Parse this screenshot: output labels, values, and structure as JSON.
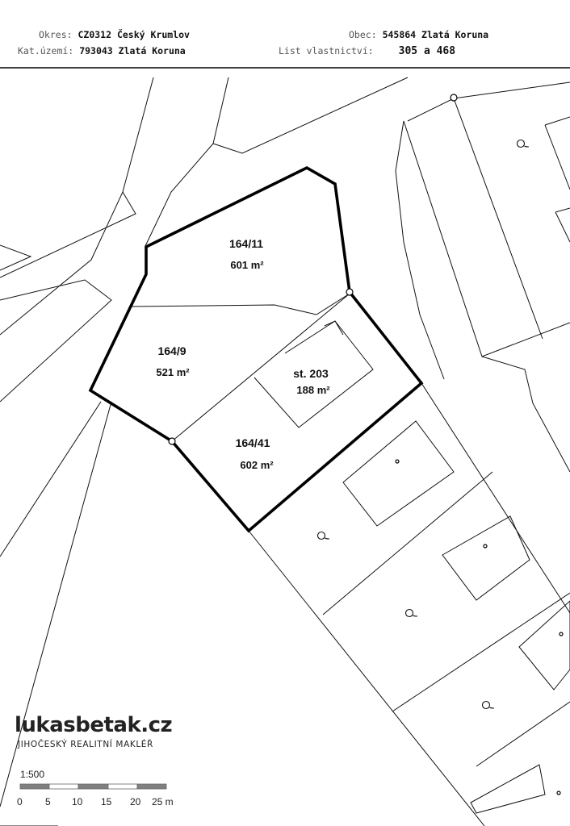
{
  "header": {
    "okres_label": "Okres:",
    "okres_value": "CZ0312 Český Krumlov",
    "obec_label": "Obec:",
    "obec_value": "545864 Zlatá Koruna",
    "katuzemi_label": "Kat.území:",
    "katuzemi_value": "793043 Zlatá Koruna",
    "list_label": "List vlastnictví:",
    "list_value": "305 a 468"
  },
  "parcels": [
    {
      "id": "164/11",
      "area": "601 m²"
    },
    {
      "id": "164/9",
      "area": "521 m²"
    },
    {
      "id": "st. 203",
      "area": "188 m²"
    },
    {
      "id": "164/41",
      "area": "602 m²"
    }
  ],
  "brand": {
    "name": "lukasbetak.cz",
    "tagline": "JIHOČESKÝ REALITNÍ MAKLÉŘ"
  },
  "scale": {
    "ratio": "1:500",
    "ticks": [
      "0",
      "5",
      "10",
      "15",
      "20",
      "25 m"
    ]
  }
}
